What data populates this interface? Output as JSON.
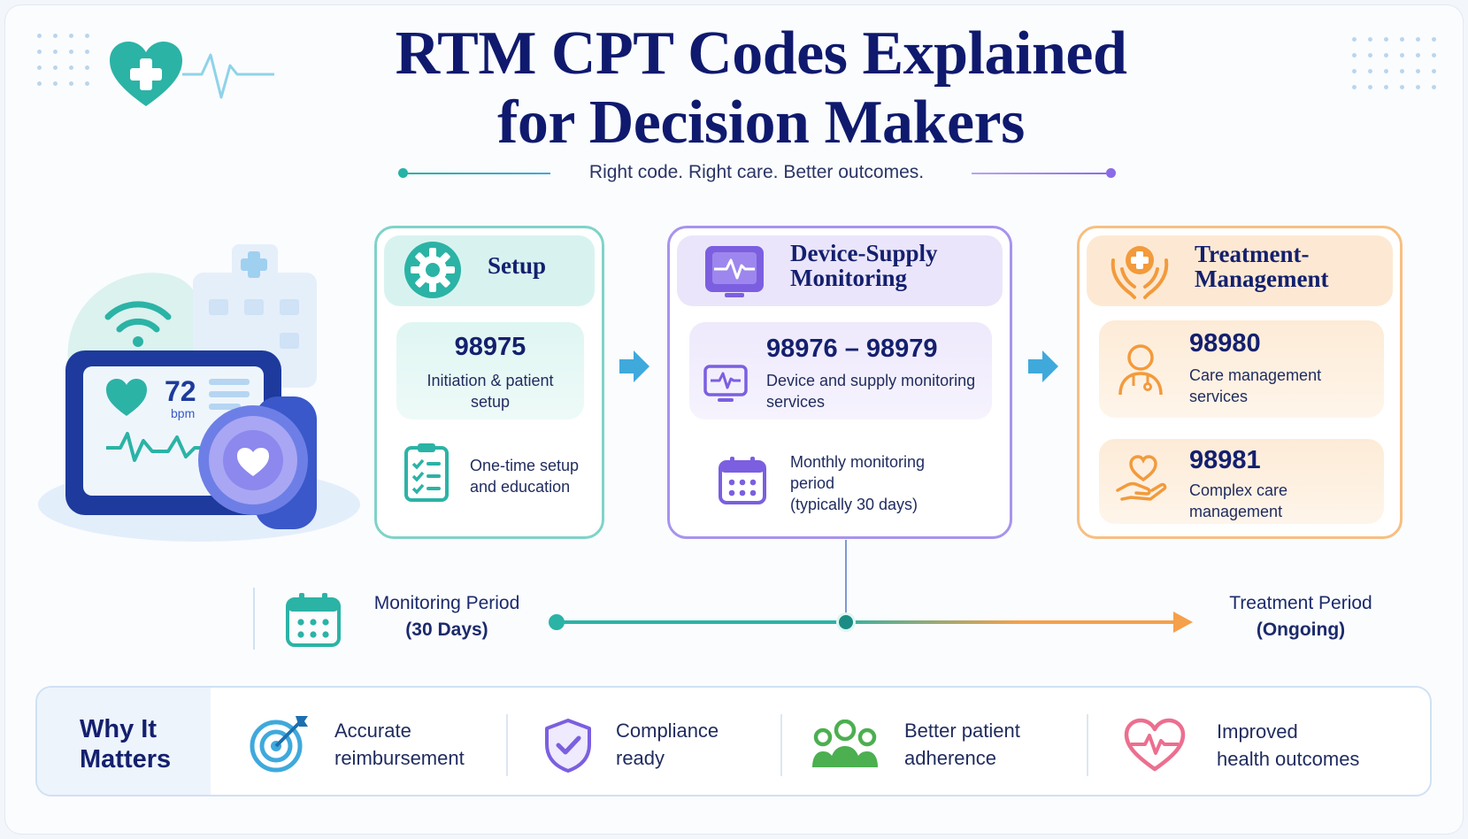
{
  "header": {
    "title_line1": "RTM CPT Codes Explained",
    "title_line2": "for Decision Makers",
    "subtitle": "Right code. Right care. Better outcomes."
  },
  "device_illustration": {
    "heart_rate": "72",
    "heart_rate_unit": "bpm"
  },
  "panels": {
    "setup": {
      "title": "Setup",
      "code": "98975",
      "code_desc_line1": "Initiation & patient",
      "code_desc_line2": "setup",
      "note_line1": "One-time setup",
      "note_line2": "and education",
      "color": "#26b3a6"
    },
    "device_supply": {
      "title_line1": "Device-Supply",
      "title_line2": "Monitoring",
      "code": "98976 – 98979",
      "code_desc_line1": "Device and supply monitoring",
      "code_desc_line2": "services",
      "note_line1": "Monthly monitoring",
      "note_line2": "period",
      "note_line3": "(typically 30 days)",
      "color": "#8b6ce6"
    },
    "treatment": {
      "title_line1": "Treatment-",
      "title_line2": "Management",
      "codes": [
        {
          "code": "98980",
          "desc_line1": "Care management",
          "desc_line2": "services"
        },
        {
          "code": "98981",
          "desc_line1": "Complex care",
          "desc_line2": "management"
        }
      ],
      "color": "#f5a04a"
    }
  },
  "timeline": {
    "monitoring_line1": "Monitoring Period",
    "monitoring_line2": "(30 Days)",
    "treatment_line1": "Treatment Period",
    "treatment_line2": "(Ongoing)"
  },
  "why": {
    "title_line1": "Why It",
    "title_line2": "Matters",
    "items": [
      {
        "icon": "target-icon",
        "line1": "Accurate",
        "line2": "reimbursement"
      },
      {
        "icon": "shield-check-icon",
        "line1": "Compliance",
        "line2": "ready"
      },
      {
        "icon": "group-icon",
        "line1": "Better patient",
        "line2": "adherence"
      },
      {
        "icon": "heart-pulse-icon",
        "line1": "Improved",
        "line2": "health outcomes"
      }
    ]
  },
  "colors": {
    "navy": "#0f1a6e",
    "teal": "#26b3a6",
    "purple": "#8b6ce6",
    "orange": "#f5a04a",
    "sky": "#3fa9dc",
    "green": "#4caf50",
    "pink": "#ec6f8f"
  }
}
